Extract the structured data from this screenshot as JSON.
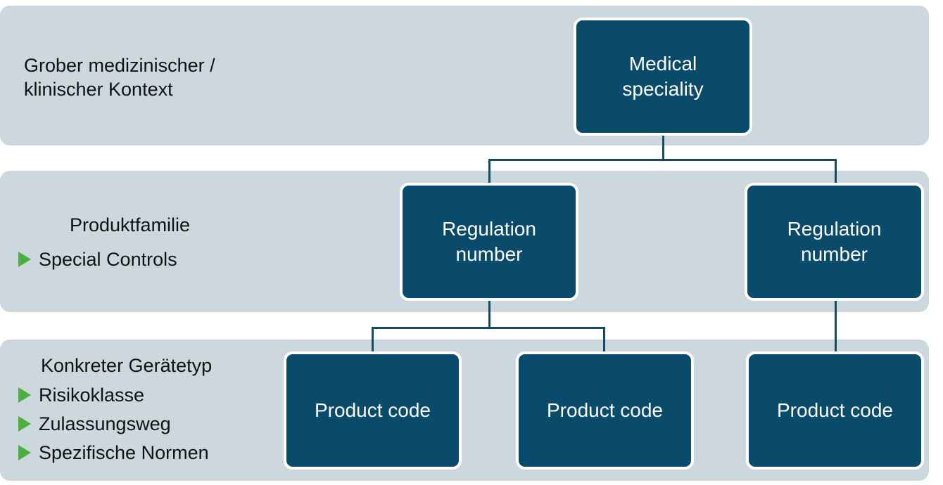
{
  "diagram": {
    "title_hidden": "",
    "colors": {
      "band_background": "#ccd8dd",
      "node_fill": "#0a4a6a",
      "node_border": "#ffffff",
      "connector": "#154a63",
      "bullet_green": "#4caf3f",
      "text_dark": "#111111",
      "text_light": "#ffffff",
      "page_background": "#ffffff"
    },
    "bands": [
      {
        "id": "context",
        "label": "Grober medizinischer /\nklinischer Kontext",
        "bullets": []
      },
      {
        "id": "product-family",
        "label": "Produktfamilie",
        "bullets": [
          "Special Controls"
        ]
      },
      {
        "id": "device-type",
        "label": "Konkreter Gerätetyp",
        "bullets": [
          "Risikoklasse",
          "Zulassungsweg",
          "Spezifische Normen"
        ]
      }
    ],
    "nodes": {
      "medical_speciality": "Medical\nspeciality",
      "regulation_number_left": "Regulation\nnumber",
      "regulation_number_right": "Regulation\nnumber",
      "product_code_left": "Product code",
      "product_code_middle": "Product code",
      "product_code_right": "Product code"
    }
  }
}
